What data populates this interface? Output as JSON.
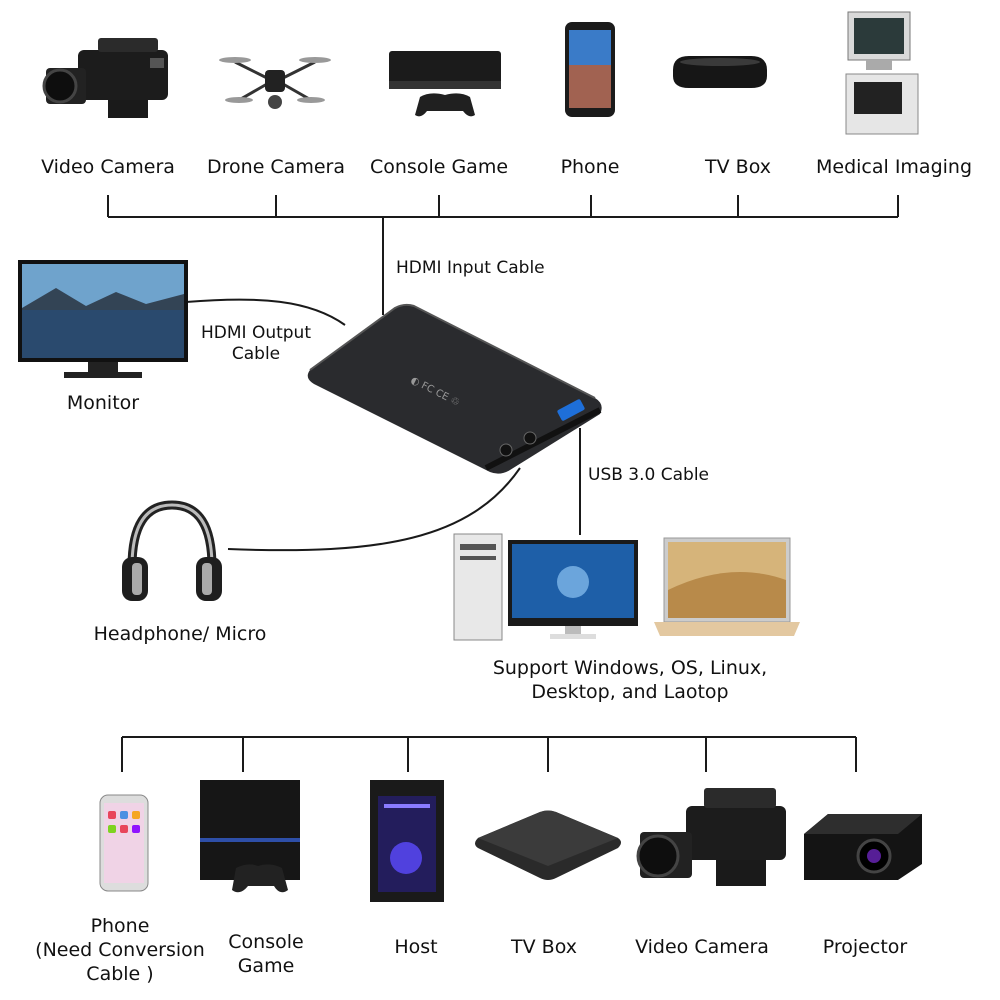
{
  "top_sources": [
    {
      "label": "Video Camera",
      "icon": "video-camera-icon"
    },
    {
      "label": "Drone Camera",
      "icon": "drone-icon"
    },
    {
      "label": "Console Game",
      "icon": "game-console-icon"
    },
    {
      "label": "Phone",
      "icon": "phone-icon"
    },
    {
      "label": "TV Box",
      "icon": "tv-box-icon"
    },
    {
      "label": "Medical Imaging",
      "icon": "medical-imaging-icon"
    }
  ],
  "cables": {
    "hdmi_input": "HDMI Input Cable",
    "hdmi_output_line1": "HDMI Output",
    "hdmi_output_line2": "Cable",
    "usb": "USB 3.0 Cable"
  },
  "outputs": {
    "monitor": "Monitor",
    "headphone": "Headphone/ Micro",
    "computers_line1": "Support Windows, OS, Linux,",
    "computers_line2": "Desktop, and Laotop"
  },
  "bottom_sources": {
    "phone_line1": "Phone",
    "phone_line2": "(Need Conversion",
    "phone_line3": "Cable )",
    "console_line1": "Console",
    "console_line2": "Game",
    "host": "Host",
    "tv_box": "TV Box",
    "video_camera": "Video Camera",
    "projector": "Projector"
  },
  "colors": {
    "line": "#1a1a1a",
    "device_body": "#2a2b2e",
    "usb_port": "#1e6fd9",
    "screen_blue": "#1e5fa8"
  }
}
